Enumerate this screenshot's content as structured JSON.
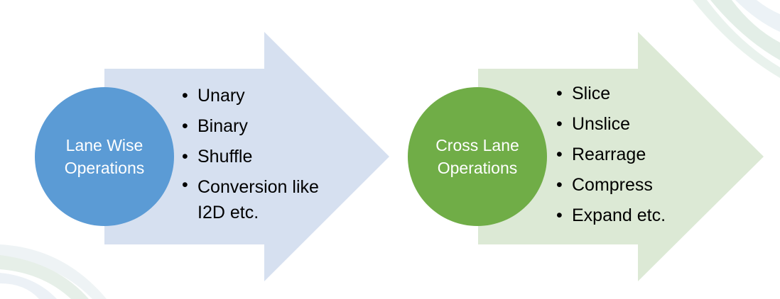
{
  "colors": {
    "blue_arrow": "#d6e0f0",
    "blue_circle": "#5b9bd5",
    "green_arrow": "#dce9d5",
    "green_circle": "#70ad47"
  },
  "left": {
    "title": "Lane Wise Operations",
    "items": [
      "Unary",
      "Binary",
      "Shuffle",
      "Conversion like I2D etc."
    ]
  },
  "right": {
    "title": "Cross Lane Operations",
    "items": [
      "Slice",
      "Unslice",
      "Rearrage",
      "Compress",
      "Expand etc."
    ]
  }
}
